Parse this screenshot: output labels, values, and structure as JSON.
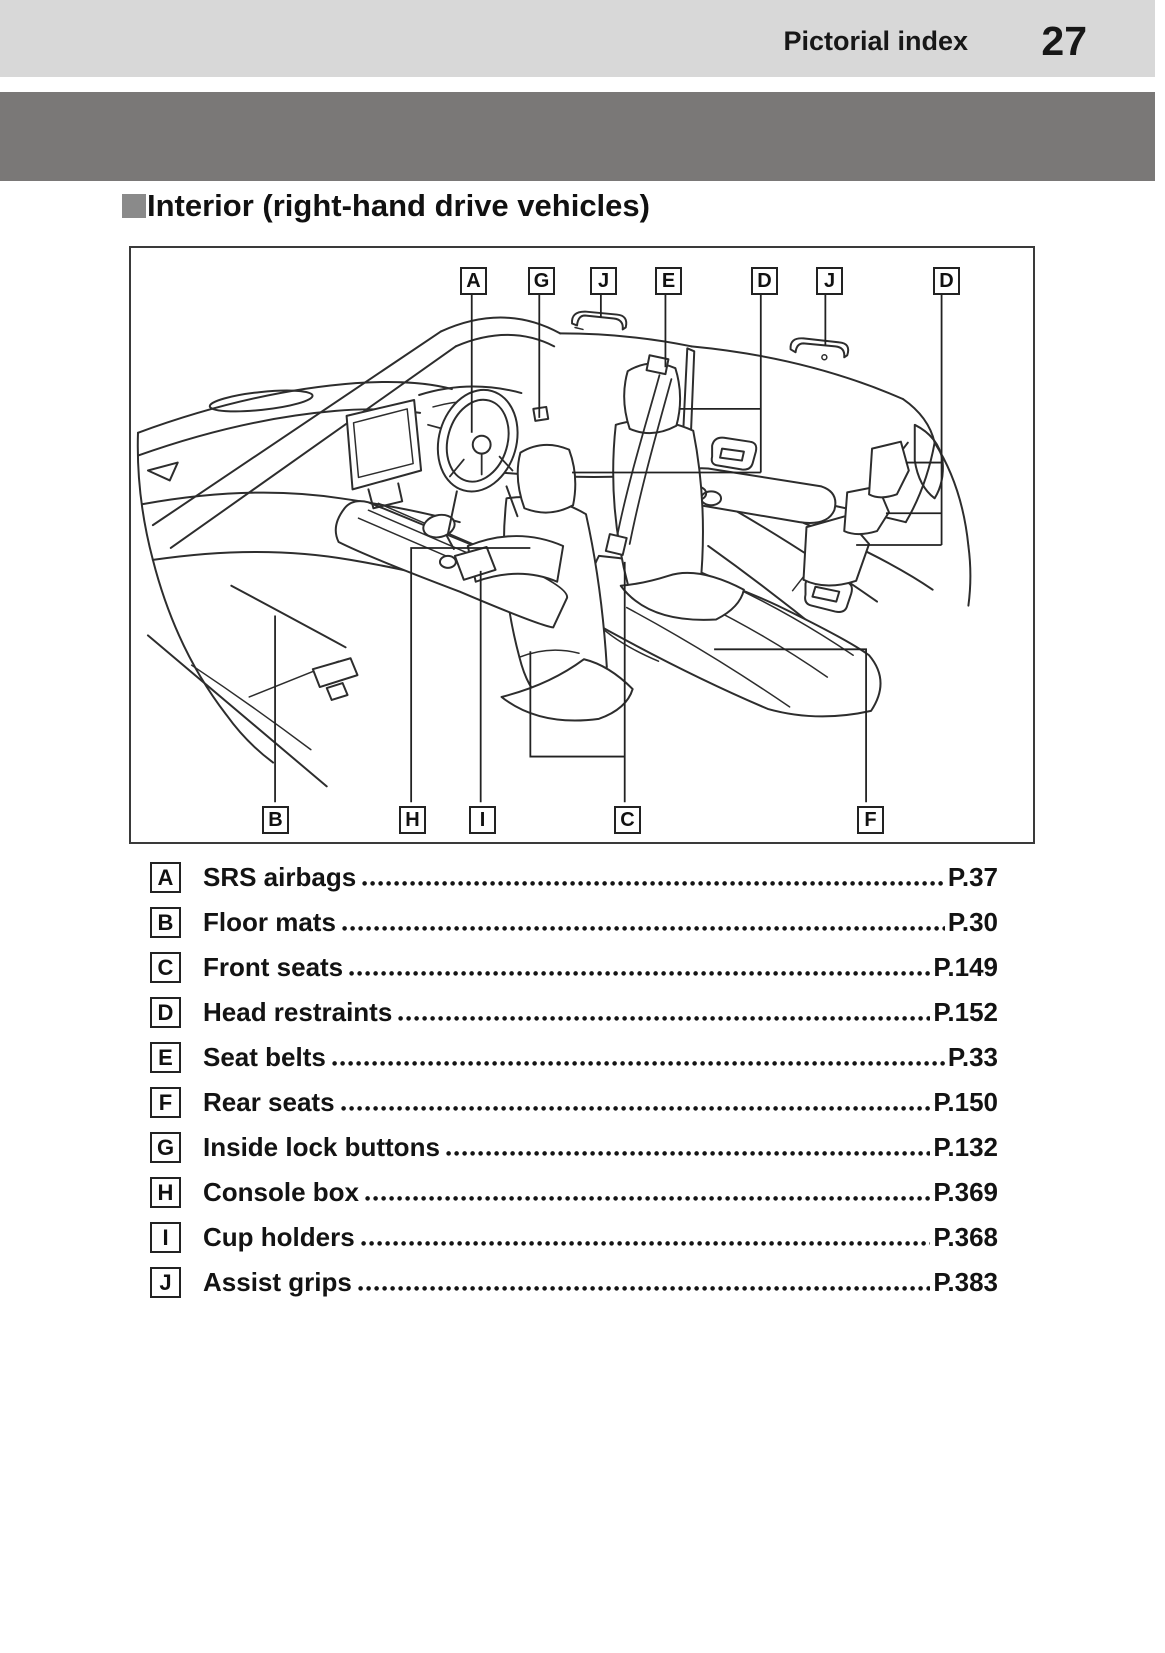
{
  "header": {
    "title": "Pictorial index",
    "page_number": "27"
  },
  "section": {
    "heading": "Interior (right-hand drive vehicles)"
  },
  "figure": {
    "callouts": [
      "A",
      "G",
      "J",
      "E",
      "D",
      "J",
      "D",
      "B",
      "H",
      "I",
      "C",
      "F"
    ]
  },
  "index": {
    "items": [
      {
        "letter": "A",
        "label": "SRS airbags",
        "page": "P.37"
      },
      {
        "letter": "B",
        "label": "Floor mats",
        "page": "P.30"
      },
      {
        "letter": "C",
        "label": "Front seats",
        "page": "P.149"
      },
      {
        "letter": "D",
        "label": "Head restraints",
        "page": "P.152"
      },
      {
        "letter": "E",
        "label": "Seat belts",
        "page": "P.33"
      },
      {
        "letter": "F",
        "label": "Rear seats",
        "page": "P.150"
      },
      {
        "letter": "G",
        "label": "Inside lock buttons",
        "page": "P.132"
      },
      {
        "letter": "H",
        "label": "Console box",
        "page": "P.369"
      },
      {
        "letter": "I",
        "label": "Cup holders",
        "page": "P.368"
      },
      {
        "letter": "J",
        "label": "Assist grips",
        "page": "P.383"
      }
    ]
  },
  "colors": {
    "header_bar": "#d8d8d8",
    "divider_band": "#7a7877",
    "heading_square": "#8a8a8a",
    "line_art": "#2d2d2d",
    "text": "#161616"
  }
}
